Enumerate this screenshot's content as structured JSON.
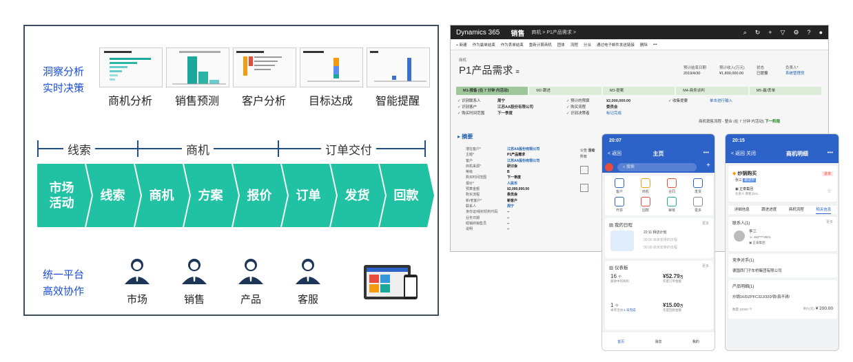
{
  "left_panel": {
    "insight_label": [
      "洞察分析",
      "实时决策"
    ],
    "platform_label": [
      "统一平台",
      "高效协作"
    ],
    "thumbnails": [
      {
        "label": "商机分析"
      },
      {
        "label": "销售预测"
      },
      {
        "label": "客户分析"
      },
      {
        "label": "目标达成"
      },
      {
        "label": "智能提醒"
      }
    ],
    "stage_groups": [
      "线索",
      "商机",
      "订单交付"
    ],
    "steps": [
      "市场活动",
      "线索",
      "商机",
      "方案",
      "报价",
      "订单",
      "发货",
      "回款"
    ],
    "roles": [
      "市场",
      "销售",
      "产品",
      "客服"
    ],
    "colors": {
      "step": "#20c2a3",
      "accent_text": "#1a4fd6",
      "person": "#1d3557"
    }
  },
  "dynamics": {
    "app_name": "Dynamics 365",
    "module": "销售",
    "breadcrumb": "商机  >  P1产品需求  >",
    "commands": [
      "+ 新建",
      "作为赢单结束",
      "作为丢单结束",
      "重新计算商机",
      "团体",
      "流程",
      "分派",
      "通过电子邮件发送链接",
      "删除",
      "•••"
    ],
    "entity_type": "商机",
    "record_title": "P1产品需求",
    "header_fields": [
      {
        "label": "预计结束日期",
        "value": "2019/4/30"
      },
      {
        "label": "预计收入(万元)",
        "value": "¥1,800,000.00"
      },
      {
        "label": "状态",
        "value": "已提报"
      },
      {
        "label": "负责人*",
        "value": "系统管理员"
      }
    ],
    "process_stages": [
      "M1-报备 (在 7 分钟 内活动)",
      "M2-跟进",
      "M3-提案",
      "M4-商务谈判",
      "M5-赢/丢单"
    ],
    "process_rows": [
      [
        "识别联系人",
        "周宁",
        "预计的预算",
        "¥2,000,000.00",
        "收集提要",
        "单击进行输入"
      ],
      [
        "识别客户",
        "江苏AA股份有限公司",
        "购买流程",
        "委员会",
        "",
        ""
      ],
      [
        "购买时间范围",
        "下一季度",
        "识别决策者",
        "标记完成",
        "",
        ""
      ]
    ],
    "process_footer": "商机销售流程 - 整合 (在 7 分钟 内活动)",
    "next_stage": "下一阶段",
    "summary_title": "摘要",
    "form_rows": [
      [
        "潜在客户*",
        "江苏AA股份有限公司"
      ],
      [
        "主题*",
        "P1产品需求"
      ],
      [
        "客户",
        "江苏AA股份有限公司"
      ],
      [
        "商机来源*",
        "研讨会"
      ],
      [
        "等级",
        "B"
      ],
      [
        "购买时间范围",
        "下一季度"
      ],
      [
        "报价*",
        "人民币"
      ],
      [
        "预算金额",
        "¥2,000,000.00"
      ],
      [
        "购买流程",
        "委员会"
      ],
      [
        "新/老客户*",
        "新客户"
      ],
      [
        "联系人",
        "周宁"
      ],
      [
        "身份证/组织机构代码",
        "--"
      ],
      [
        "业务日期",
        "--"
      ],
      [
        "经销商销售员",
        "--"
      ],
      [
        "说明",
        "--"
      ]
    ],
    "side_labels": [
      "公告",
      "活动",
      "所有"
    ]
  },
  "phone1": {
    "time": "20:07",
    "back": "< 返回",
    "title": "主页",
    "search_placeholder": "搜索",
    "grid": [
      "客户",
      "商机",
      "合同",
      "发货",
      "开票",
      "回款",
      "审核",
      "更多"
    ],
    "schedule_title": "我的日程",
    "more": "更多",
    "schedule_items": [
      "22:11  拜访计划",
      "00:00  尚未安排的日程",
      "00:00  尚未安排的日程"
    ],
    "dashboard_title": "仪表板",
    "stats": [
      {
        "value": "16",
        "unit": "个",
        "label": "跟进中的商机"
      },
      {
        "value": "¥52.79",
        "unit": "万",
        "label": "年度订单金额"
      },
      {
        "value": "1",
        "unit": "个",
        "label": "本月活动"
      },
      {
        "value": "¥15.00",
        "unit": "万",
        "label": "年度回款金额"
      }
    ],
    "stat_extra": "1 未完成",
    "tabs": [
      "首页",
      "消息",
      "我的"
    ]
  },
  "phone2": {
    "time": "20:15",
    "back": "< 返回",
    "close": "关闭",
    "title": "商机明细",
    "deal_title": "炒锅购买",
    "deal_owner": "张三",
    "deal_tag": "跟进中",
    "deal_status": "进单",
    "deal_company": "正泰集团",
    "deal_meta": "负责人  销售员01",
    "tabs": [
      "详细信息",
      "跟进进度",
      "商机流程",
      "相关信息"
    ],
    "contacts_title": "联系人(1)",
    "contact_name": "李三",
    "contact_phone": "152****4521",
    "contact_company": "正泰集团",
    "competitor_title": "竞争对手(1)",
    "competitor": "德国西门子车桥集团有限公司",
    "products_title": "产品明细(1)",
    "product_name": "炒锅16/DZPFC32J/320/铁/真不锈/",
    "product_qty": "数量 10000 个",
    "product_price_label": "单价(元)",
    "product_price": "¥ 200.00",
    "more": "更多"
  }
}
